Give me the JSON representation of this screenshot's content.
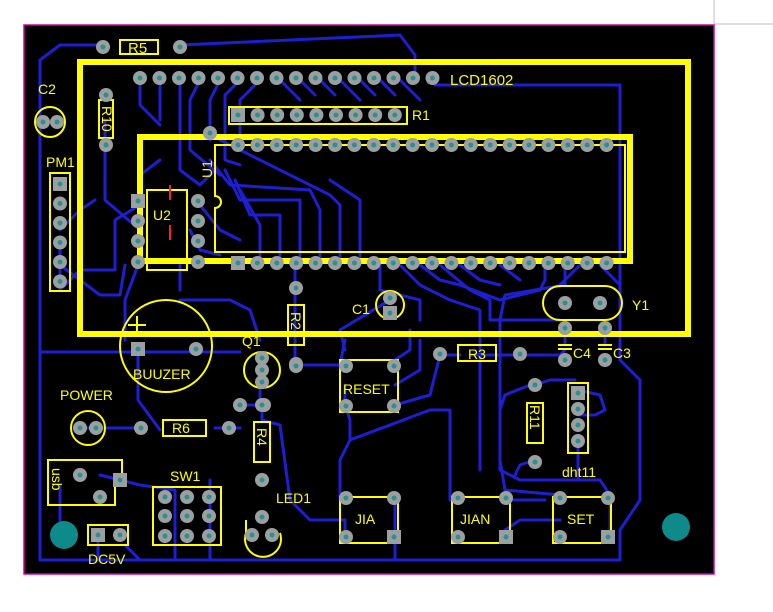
{
  "labels": {
    "r5": "R5",
    "lcd": "LCD1602",
    "r1": "R1",
    "c2": "C2",
    "r10": "R10",
    "u1": "U1",
    "pm1": "PM1",
    "u2": "U2",
    "c1": "C1",
    "r2": "R2",
    "y1": "Y1",
    "q1": "Q1",
    "buzzer": "BUUZER",
    "reset": "RESET",
    "r3": "R3",
    "c4": "C4",
    "c3": "C3",
    "power": "POWER",
    "r6": "R6",
    "r4": "R4",
    "r11": "R11",
    "usb": "usb",
    "sw1": "SW1",
    "dht11": "dht11",
    "led1": "LED1",
    "jia": "JIA",
    "jian": "JIAN",
    "set": "SET",
    "dc5v": "DC5V"
  },
  "colors": {
    "board": "#000000",
    "trace": "#1e1ed2",
    "silk": "#ffff00",
    "pad": "#9a9fa0",
    "pad_hole": "#2f8f8f",
    "outline": "#d4009f",
    "mount_hole": "#0e8a8a"
  }
}
